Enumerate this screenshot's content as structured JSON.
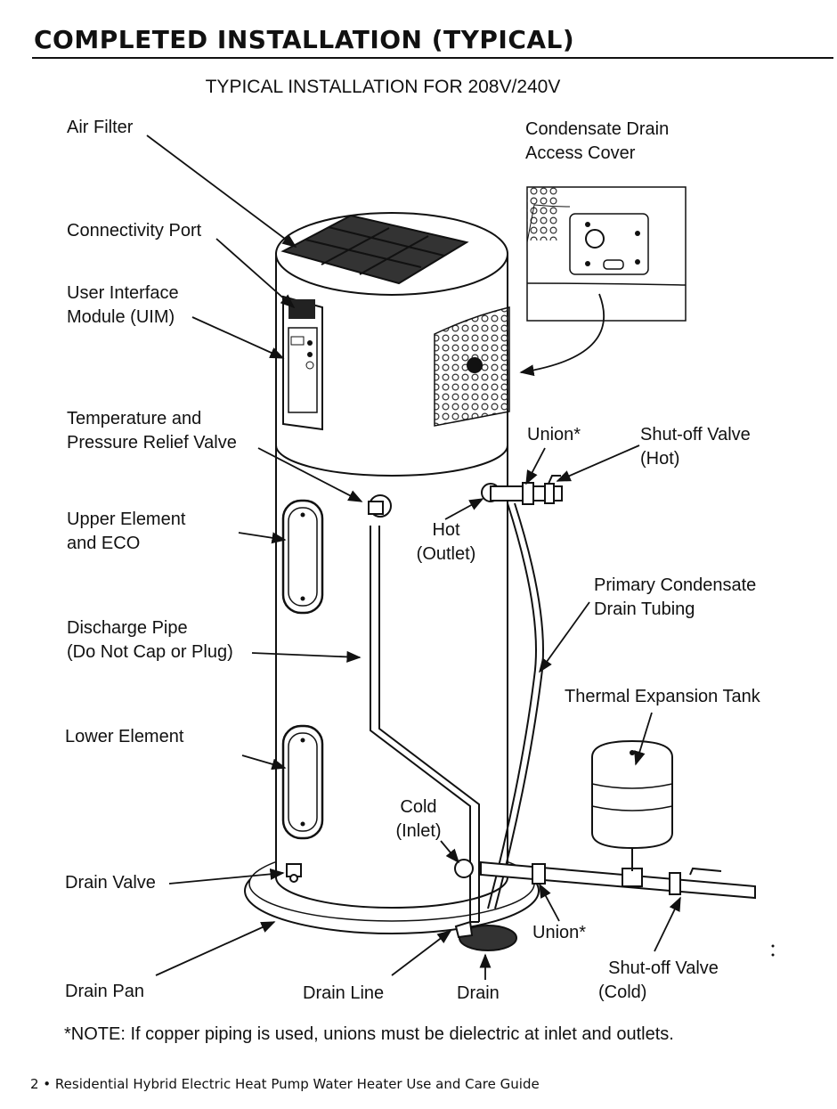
{
  "header": {
    "title": "COMPLETED INSTALLATION (TYPICAL)"
  },
  "diagram": {
    "subtitle": "TYPICAL INSTALLATION FOR 208V/240V",
    "labels": {
      "air_filter": "Air Filter",
      "connectivity_port": "Connectivity Port",
      "uim_1": "User Interface",
      "uim_2": "Module (UIM)",
      "tp_valve_1": "Temperature and",
      "tp_valve_2": "Pressure Relief Valve",
      "upper_element_1": "Upper Element",
      "upper_element_2": "and ECO",
      "discharge_pipe_1": "Discharge Pipe",
      "discharge_pipe_2": "(Do Not Cap or Plug)",
      "lower_element": "Lower Element",
      "drain_valve": "Drain Valve",
      "drain_pan": "Drain Pan",
      "drain_line": "Drain Line",
      "drain": "Drain",
      "condensate_cover_1": "Condensate Drain",
      "condensate_cover_2": "Access Cover",
      "union_hot": "Union*",
      "shutoff_hot_1": "Shut-off Valve",
      "shutoff_hot_2": "(Hot)",
      "hot_outlet_1": "Hot",
      "hot_outlet_2": "(Outlet)",
      "primary_condensate_1": "Primary Condensate",
      "primary_condensate_2": "Drain Tubing",
      "expansion_tank": "Thermal Expansion Tank",
      "cold_inlet_1": "Cold",
      "cold_inlet_2": "(Inlet)",
      "union_cold": "Union*",
      "shutoff_cold_1": "Shut-off Valve",
      "shutoff_cold_2": "(Cold)"
    }
  },
  "note": "*NOTE: If copper piping is used, unions must be dielectric at inlet and outlets.",
  "footer": "2 • Residential Hybrid Electric Heat Pump Water Heater Use and Care Guide"
}
